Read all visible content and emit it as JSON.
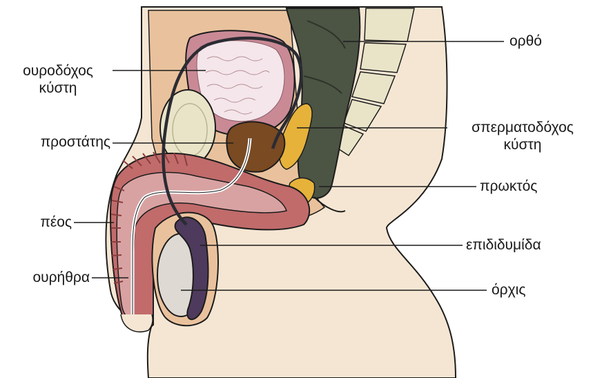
{
  "labels": {
    "bladder": [
      "ουροδόχος",
      "κύστη"
    ],
    "prostate": "προστάτης",
    "penis": "πέος",
    "urethra": "ουρήθρα",
    "rectum": "ορθό",
    "seminal_vesicle": [
      "σπερματοδόχος",
      "κύστη"
    ],
    "anus": "πρωκτός",
    "epididymis": "επιδιδυμίδα",
    "testis": "όρχις"
  },
  "colors": {
    "outline": "#1c1c1c",
    "skin": "#e9c29d",
    "skin_light": "#f5e6d3",
    "muscle_pink": "#d9a2a2",
    "muscle_dark": "#b86a6a",
    "penis_red": "#c16b6b",
    "rectum_dark": "#4c5444",
    "bladder_wall": "#c98a96",
    "bladder_inner": "#f4e6ea",
    "prostate": "#7a4a22",
    "seminal": "#e6b23a",
    "vas": "#2b2b33",
    "testis": "#dedad3",
    "epididymis": "#4e3a5c",
    "bone": "#e9e4c8"
  }
}
